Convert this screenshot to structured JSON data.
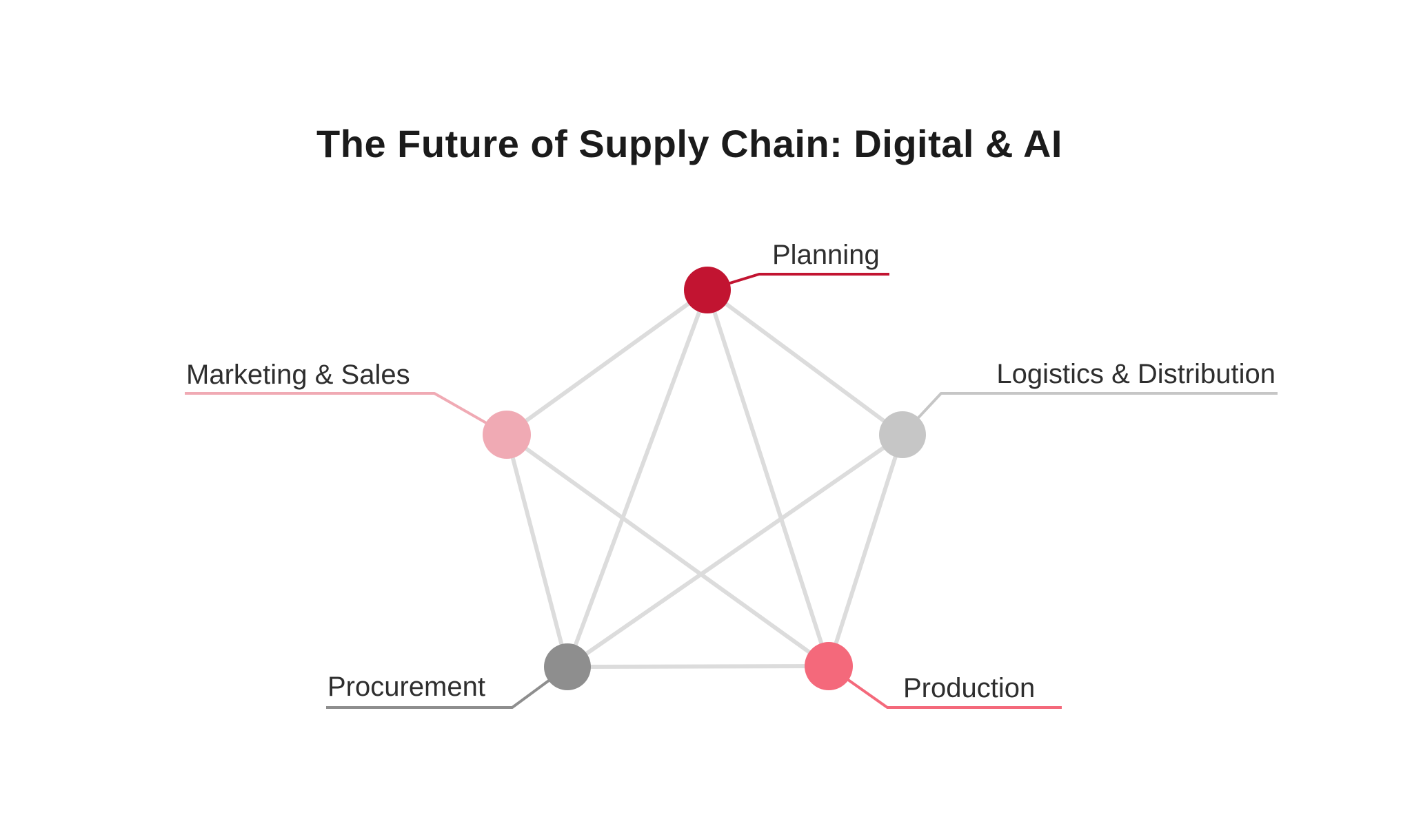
{
  "title": "The Future of Supply Chain: Digital & AI",
  "diagram": {
    "type": "network",
    "description": "Pentagon network of five interconnected supply chain stages",
    "edge_color": "#dcdcdc",
    "label_color": "#2e2e2e",
    "title_color": "#1b1b1b",
    "background_color": "#ffffff",
    "nodes": [
      {
        "id": "planning",
        "label": "Planning",
        "color": "#c21431",
        "position": "top"
      },
      {
        "id": "marketing",
        "label": "Marketing & Sales",
        "color": "#f0aab4",
        "position": "upper-left"
      },
      {
        "id": "logistics",
        "label": "Logistics & Distribution",
        "color": "#c6c6c6",
        "position": "upper-right"
      },
      {
        "id": "procurement",
        "label": "Procurement",
        "color": "#8e8e8e",
        "position": "lower-left"
      },
      {
        "id": "production",
        "label": "Production",
        "color": "#f4697b",
        "position": "lower-right"
      }
    ],
    "edges": [
      [
        "planning",
        "marketing"
      ],
      [
        "planning",
        "logistics"
      ],
      [
        "planning",
        "procurement"
      ],
      [
        "planning",
        "production"
      ],
      [
        "marketing",
        "procurement"
      ],
      [
        "marketing",
        "production"
      ],
      [
        "logistics",
        "procurement"
      ],
      [
        "logistics",
        "production"
      ],
      [
        "procurement",
        "production"
      ]
    ]
  }
}
